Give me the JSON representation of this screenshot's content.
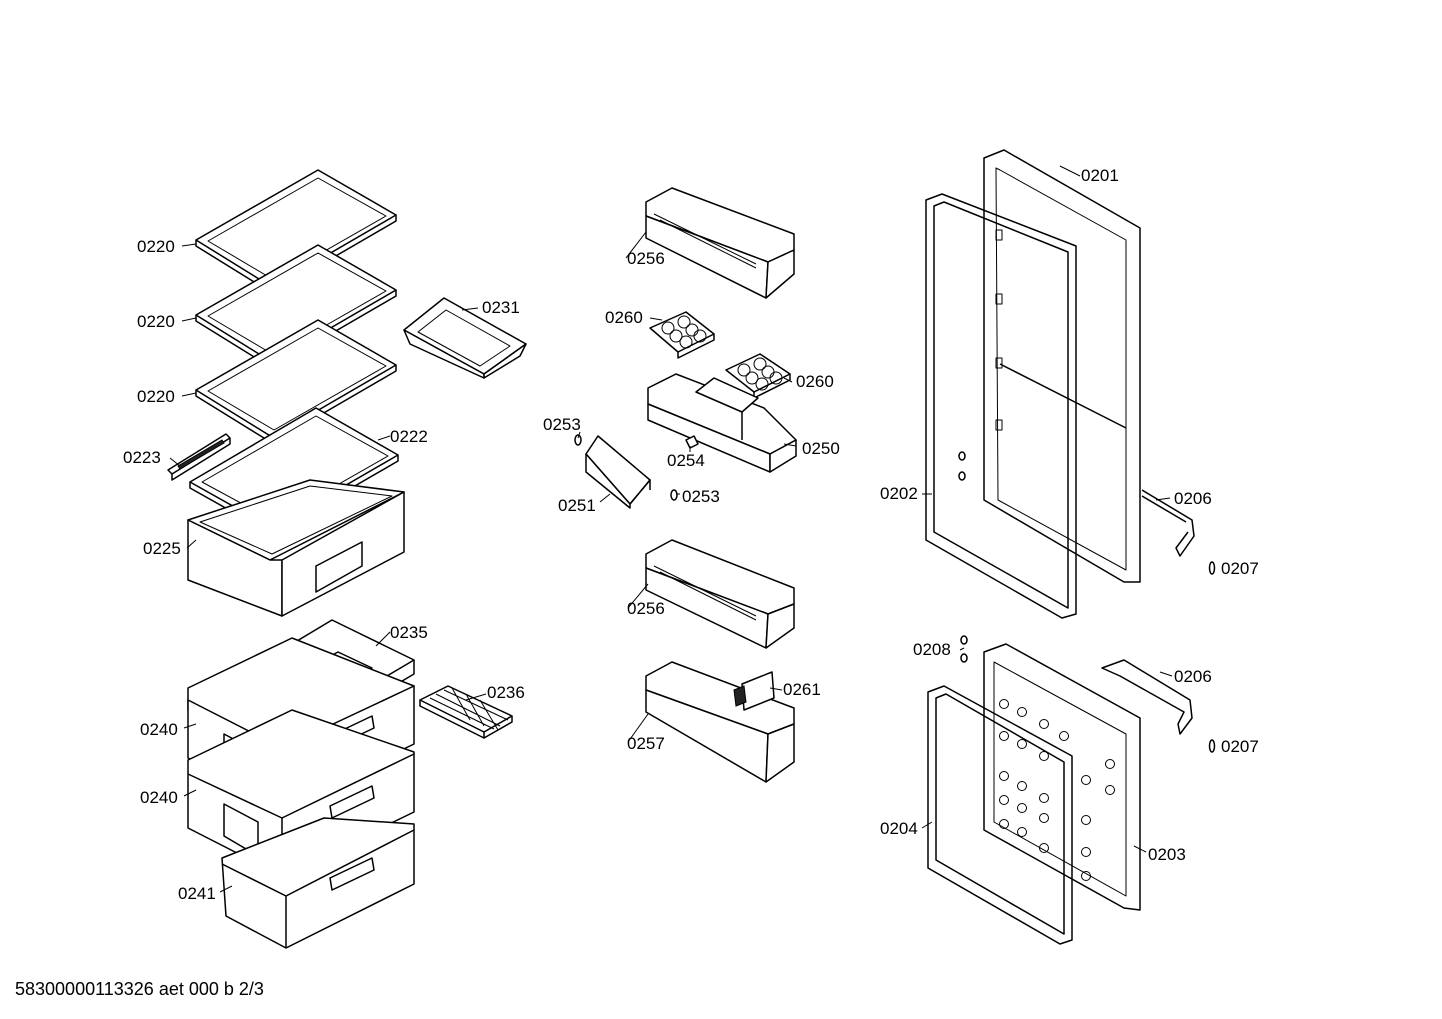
{
  "labels": {
    "l0220a": "0220",
    "l0220b": "0220",
    "l0220c": "0220",
    "l0222": "0222",
    "l0223": "0223",
    "l0225": "0225",
    "l0231": "0231",
    "l0235": "0235",
    "l0236": "0236",
    "l0240a": "0240",
    "l0240b": "0240",
    "l0241": "0241",
    "l0256a": "0256",
    "l0260a": "0260",
    "l0260b": "0260",
    "l0250": "0250",
    "l0253a": "0253",
    "l0253b": "0253",
    "l0254": "0254",
    "l0251": "0251",
    "l0256b": "0256",
    "l0257": "0257",
    "l0261": "0261",
    "l0201": "0201",
    "l0202": "0202",
    "l0206a": "0206",
    "l0207a": "0207",
    "l0208": "0208",
    "l0206b": "0206",
    "l0207b": "0207",
    "l0204": "0204",
    "l0203": "0203"
  },
  "footer": "58300000113326 aet 000 b 2/3"
}
